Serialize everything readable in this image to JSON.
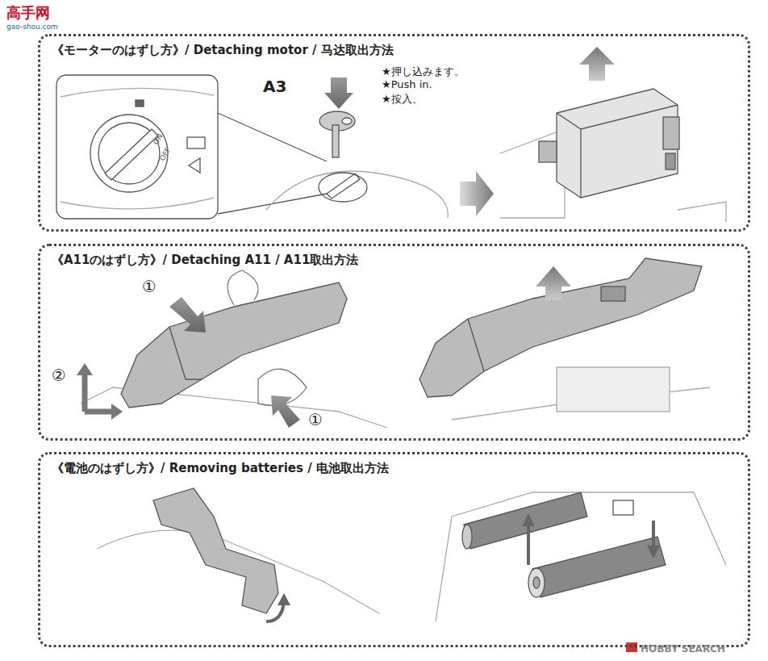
{
  "diagram": {
    "nodes": [
      {
        "text": [
          "《モーターのはずし方》/ Detaching motor / 马达取出方法"
        ]
      },
      {
        "text": [
          "《A11のはずし方》/ Detaching A11 / A11取出方法"
        ]
      },
      {
        "text": [
          "《電池のはずし方》/ Removing batteries / 电池取出方法"
        ]
      }
    ],
    "labels": [
      "高手网",
      "gao-shou.com",
      "OFF",
      "ON",
      "A3",
      "★押し込みます。",
      "★Push in.",
      "★按入。",
      "①",
      "②",
      "①",
      "HOBBY SEARCH"
    ]
  }
}
